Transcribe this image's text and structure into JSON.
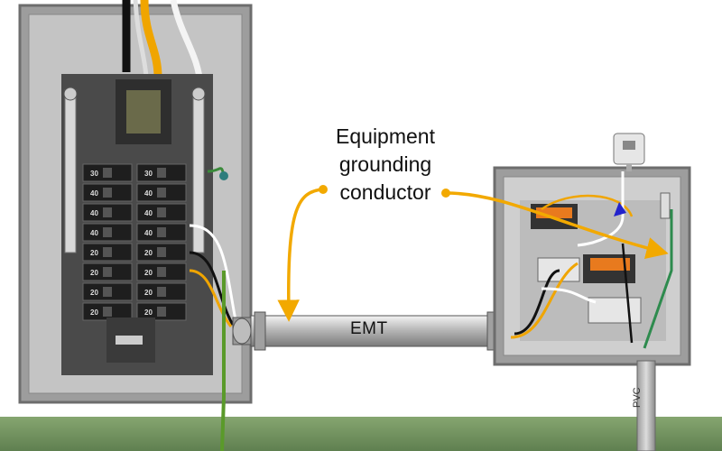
{
  "callout": {
    "line1": "Equipment",
    "line2": "grounding",
    "line3": "conductor"
  },
  "conduit": {
    "label": "EMT"
  },
  "pipe": {
    "label": "PVC"
  },
  "breakers": {
    "left": [
      "30",
      "40",
      "40",
      "40",
      "20",
      "20",
      "20",
      "20"
    ],
    "right": [
      "30",
      "40",
      "40",
      "40",
      "20",
      "20",
      "20",
      "20"
    ]
  },
  "colors": {
    "callout_line": "#f2a900",
    "panel_gray": "#a9a9a9",
    "ground": "#2e6b2e"
  }
}
